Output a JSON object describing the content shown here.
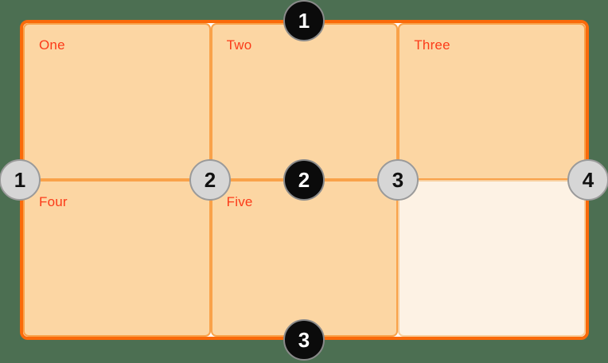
{
  "grid": {
    "columns": 3,
    "rows": 2,
    "cells": [
      {
        "label": "One",
        "empty": false
      },
      {
        "label": "Two",
        "empty": false
      },
      {
        "label": "Three",
        "empty": false
      },
      {
        "label": "Four",
        "empty": false
      },
      {
        "label": "Five",
        "empty": false
      },
      {
        "label": "",
        "empty": true
      }
    ]
  },
  "row_line_markers": [
    {
      "number": "1"
    },
    {
      "number": "2"
    },
    {
      "number": "3"
    }
  ],
  "column_line_markers": [
    {
      "number": "1"
    },
    {
      "number": "2"
    },
    {
      "number": "3"
    },
    {
      "number": "4"
    }
  ],
  "colors": {
    "background": "#4c6f52",
    "frame_border": "#fa6a0a",
    "frame_background": "#ffffff",
    "cell_fill": "#fcd6a3",
    "cell_border": "#f9a24a",
    "empty_cell_fill": "#fdf2e4",
    "empty_cell_border": "#f8cf9d",
    "label_text": "#fb3b19",
    "row_marker_fill": "#0b0b0b",
    "row_marker_ring": "#8a8a8a",
    "row_marker_text": "#ffffff",
    "column_marker_fill": "#d6d6d6",
    "column_marker_ring": "#9a9a9a",
    "column_marker_text": "#111111"
  }
}
